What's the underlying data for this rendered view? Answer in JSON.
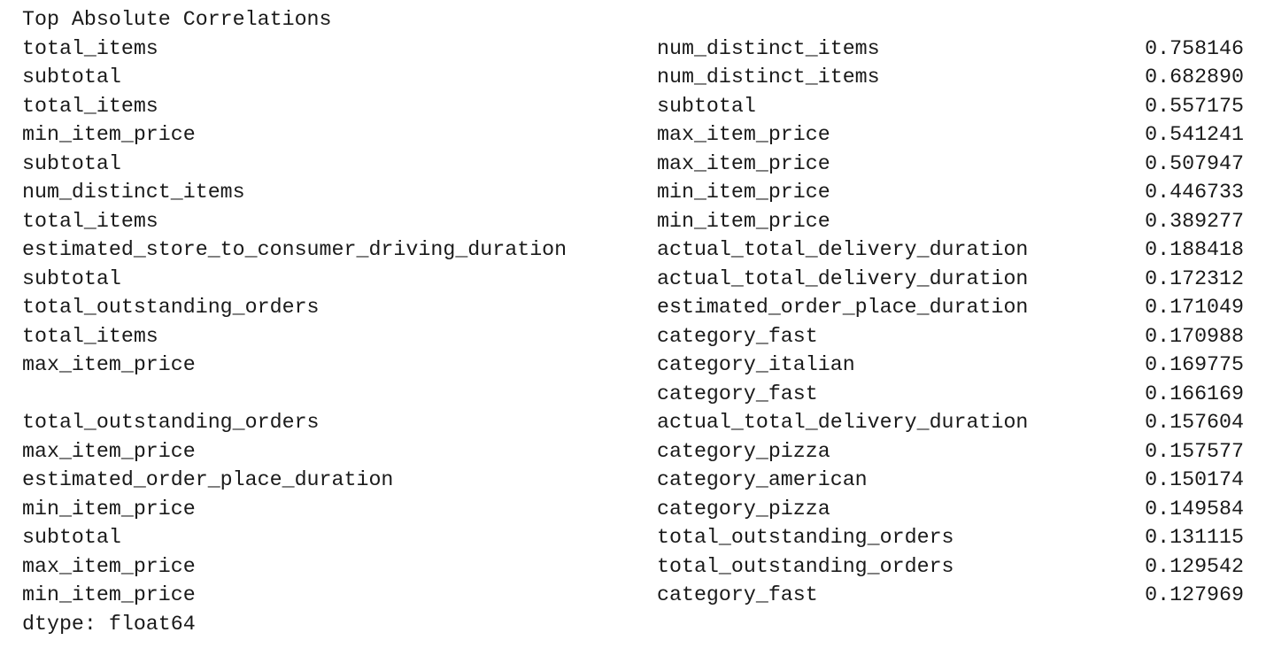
{
  "output": {
    "header": "Top Absolute Correlations",
    "rows": [
      {
        "a": "total_items",
        "b": "num_distinct_items",
        "value": "0.758146"
      },
      {
        "a": "subtotal",
        "b": "num_distinct_items",
        "value": "0.682890"
      },
      {
        "a": "total_items",
        "b": "subtotal",
        "value": "0.557175"
      },
      {
        "a": "min_item_price",
        "b": "max_item_price",
        "value": "0.541241"
      },
      {
        "a": "subtotal",
        "b": "max_item_price",
        "value": "0.507947"
      },
      {
        "a": "num_distinct_items",
        "b": "min_item_price",
        "value": "0.446733"
      },
      {
        "a": "total_items",
        "b": "min_item_price",
        "value": "0.389277"
      },
      {
        "a": "estimated_store_to_consumer_driving_duration",
        "b": "actual_total_delivery_duration",
        "value": "0.188418"
      },
      {
        "a": "subtotal",
        "b": "actual_total_delivery_duration",
        "value": "0.172312"
      },
      {
        "a": "total_outstanding_orders",
        "b": "estimated_order_place_duration",
        "value": "0.171049"
      },
      {
        "a": "total_items",
        "b": "category_fast",
        "value": "0.170988"
      },
      {
        "a": "max_item_price",
        "b": "category_italian",
        "value": "0.169775"
      },
      {
        "a": "",
        "b": "category_fast",
        "value": "0.166169"
      },
      {
        "a": "total_outstanding_orders",
        "b": "actual_total_delivery_duration",
        "value": "0.157604"
      },
      {
        "a": "max_item_price",
        "b": "category_pizza",
        "value": "0.157577"
      },
      {
        "a": "estimated_order_place_duration",
        "b": "category_american",
        "value": "0.150174"
      },
      {
        "a": "min_item_price",
        "b": "category_pizza",
        "value": "0.149584"
      },
      {
        "a": "subtotal",
        "b": "total_outstanding_orders",
        "value": "0.131115"
      },
      {
        "a": "max_item_price",
        "b": "total_outstanding_orders",
        "value": "0.129542"
      },
      {
        "a": "min_item_price",
        "b": "category_fast",
        "value": "0.127969"
      }
    ],
    "footer": "dtype: float64"
  }
}
